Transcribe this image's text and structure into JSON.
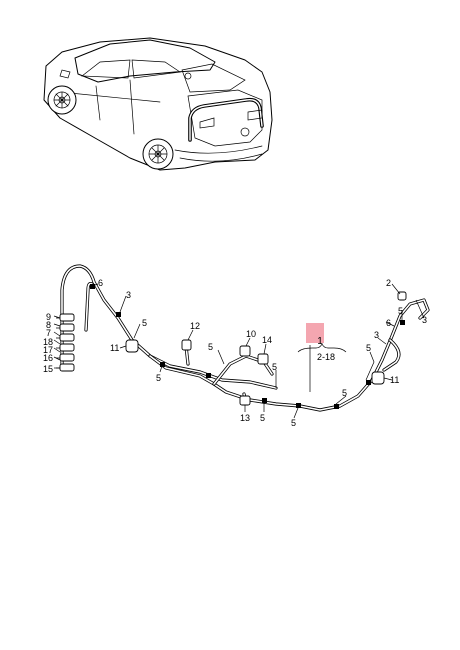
{
  "callouts": {
    "main_part": "1",
    "main_range": "2-18",
    "c2": "2",
    "c3a": "3",
    "c3b": "3",
    "c3c": "3",
    "c5a": "5",
    "c5b": "5",
    "c5c": "5",
    "c5d": "5",
    "c5e": "5",
    "c5f": "5",
    "c5g": "5",
    "c6a": "6",
    "c6b": "6",
    "c7": "7",
    "c8": "8",
    "c9": "9",
    "c10": "10",
    "c11a": "11",
    "c11b": "11",
    "c12": "12",
    "c13": "13",
    "c14": "14",
    "c15": "15",
    "c16": "16",
    "c17": "17",
    "c18": "18"
  },
  "colors": {
    "line": "#000000",
    "highlight": "#f4a6b0",
    "background": "#ffffff"
  }
}
